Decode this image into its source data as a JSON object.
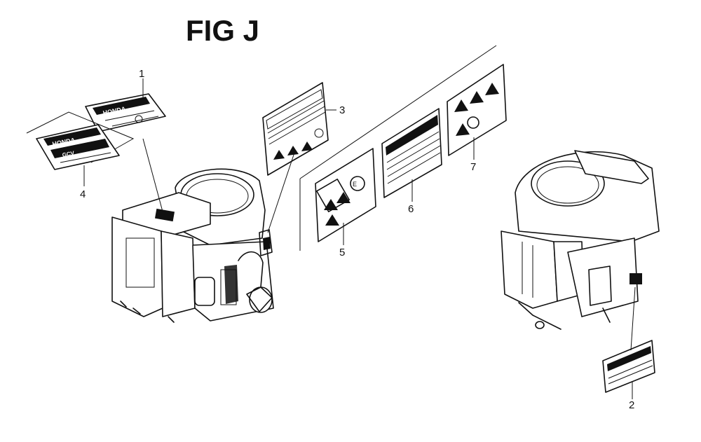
{
  "figure": {
    "title": "FIG J"
  },
  "callouts": [
    {
      "id": "1",
      "text": "1"
    },
    {
      "id": "2",
      "text": "2"
    },
    {
      "id": "3",
      "text": "3"
    },
    {
      "id": "4",
      "text": "4"
    },
    {
      "id": "5",
      "text": "5"
    },
    {
      "id": "6",
      "text": "6"
    },
    {
      "id": "7",
      "text": "7"
    }
  ],
  "decal_text": {
    "brand": "HONDA",
    "model": "GCV"
  },
  "colors": {
    "ink": "#111111",
    "paper": "#ffffff"
  }
}
